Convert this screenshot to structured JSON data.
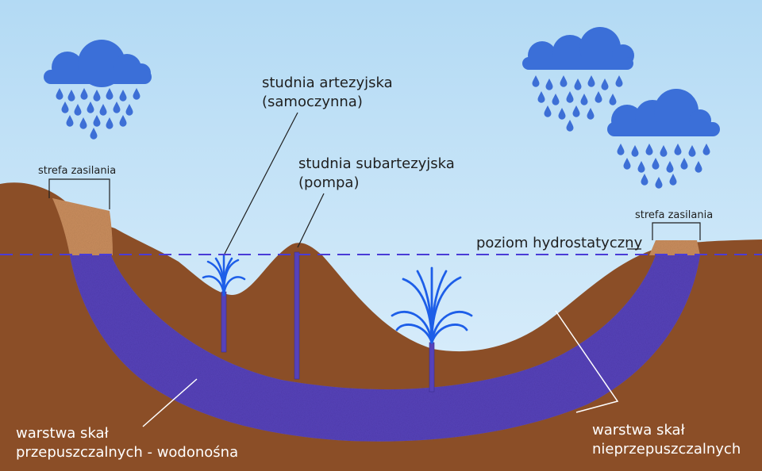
{
  "labels": {
    "artesian_line1": "studnia artezyjska",
    "artesian_line2": "(samoczynna)",
    "subartesian_line1": "studnia subartezyjska",
    "subartesian_line2": "(pompa)",
    "recharge_left": "strefa zasilania",
    "recharge_right": "strefa zasilania",
    "water_level": "poziom hydrostatyczny",
    "permeable_line1": "warstwa skał",
    "permeable_line2": "przepuszczalnych - wodonośna",
    "impermeable_line1": "warstwa skał",
    "impermeable_line2": "nieprzepuszczalnych"
  },
  "colors": {
    "sky_top": "#b7dcf4",
    "sky_bottom": "#dcefff",
    "ground": "#8b4e27",
    "aquifer": "#5541b8",
    "recharge_zone": "#c88c5c",
    "water_level_line": "#4a3cd6",
    "cloud": "#3b6fd8",
    "fountain": "#1d5ee8"
  },
  "icons": {
    "clouds": [
      "rain-cloud-icon",
      "rain-cloud-icon",
      "rain-cloud-icon"
    ]
  }
}
